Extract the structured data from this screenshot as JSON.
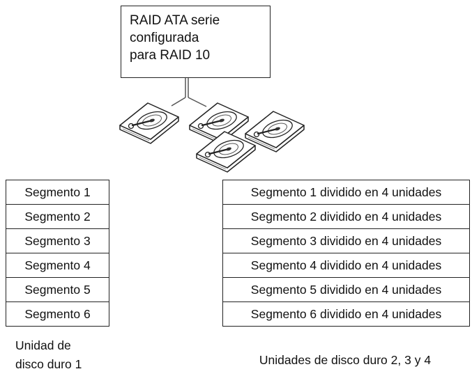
{
  "controller": {
    "lines": [
      "RAID ATA serie",
      "configurada",
      "para RAID 10"
    ]
  },
  "drives": [
    {
      "icon": "hard-drive-icon"
    },
    {
      "icon": "hard-drive-icon"
    },
    {
      "icon": "hard-drive-icon"
    },
    {
      "icon": "hard-drive-icon"
    }
  ],
  "left_table": {
    "rows": [
      "Segmento 1",
      "Segmento 2",
      "Segmento 3",
      "Segmento 4",
      "Segmento 5",
      "Segmento 6"
    ],
    "caption_lines": [
      "Unidad de",
      "disco duro 1"
    ]
  },
  "right_table": {
    "rows": [
      "Segmento 1 dividido en 4 unidades",
      "Segmento 2 dividido en 4 unidades",
      "Segmento 3 dividido en 4 unidades",
      "Segmento 4 dividido en 4 unidades",
      "Segmento 5 dividido en 4 unidades",
      "Segmento 6 dividido en 4 unidades"
    ],
    "caption": "Unidades de disco duro 2, 3 y 4"
  }
}
